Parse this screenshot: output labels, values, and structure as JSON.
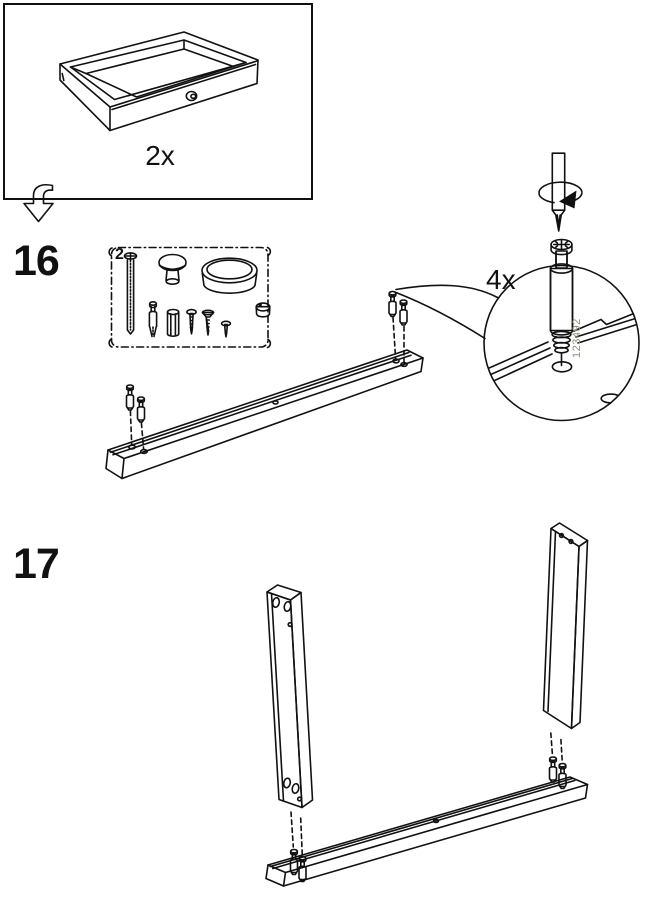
{
  "page": {
    "background": "#ffffff",
    "ink_color": "#111111",
    "part_number_color": "#8f8f86"
  },
  "result_panel": {
    "quantity_label": "2x"
  },
  "step16": {
    "number": "16",
    "hardware_box_label": "2",
    "callout_quantity_label": "4x",
    "part_number": "123492"
  },
  "step17": {
    "number": "17"
  }
}
